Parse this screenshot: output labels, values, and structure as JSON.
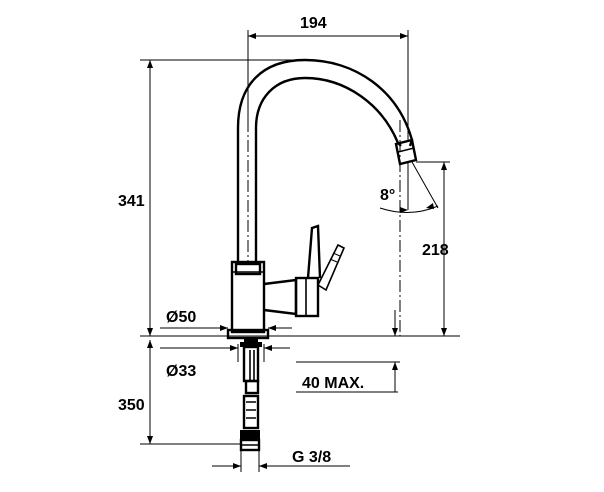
{
  "dimensions": {
    "top_width": "194",
    "total_height": "341",
    "spout_height": "218",
    "spout_angle": "8°",
    "base_diameter": "Ø50",
    "shank_diameter": "Ø33",
    "max_thickness": "40 MAX.",
    "below_height": "350",
    "hose_thread": "G 3/8"
  }
}
